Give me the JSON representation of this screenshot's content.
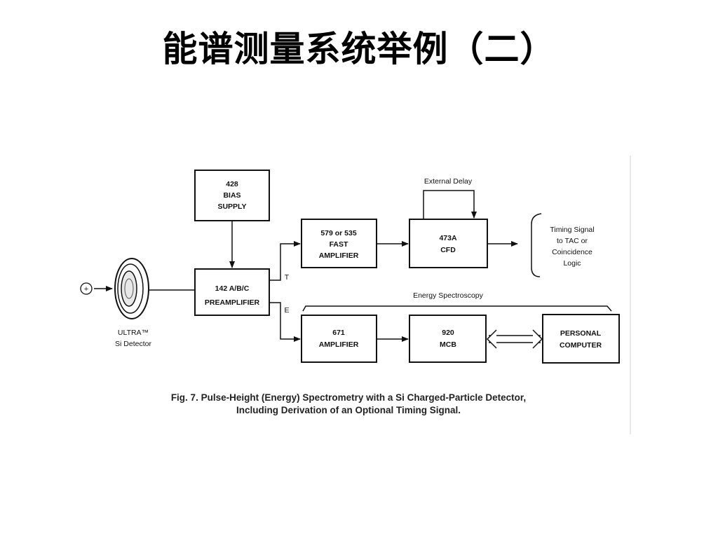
{
  "title": "能谱测量系统举例（二）",
  "diagram": {
    "detector": {
      "source_symbol": "+",
      "label_line1": "ULTRA™",
      "label_line2": "Si Detector"
    },
    "bias_supply": {
      "line1": "428",
      "line2": "BIAS",
      "line3": "SUPPLY"
    },
    "preamplifier": {
      "line1": "142 A/B/C",
      "line2": "PREAMPLIFIER"
    },
    "branch_labels": {
      "timing": "T",
      "energy": "E"
    },
    "fast_amplifier": {
      "line1": "579 or 535",
      "line2": "FAST",
      "line3": "AMPLIFIER"
    },
    "cfd": {
      "line1": "473A",
      "line2": "CFD"
    },
    "external_delay": "External Delay",
    "timing_output": {
      "line1": "Timing Signal",
      "line2": "to TAC or",
      "line3": "Coincidence",
      "line4": "Logic"
    },
    "energy_spectroscopy": "Energy  Spectroscopy",
    "amplifier": {
      "line1": "671",
      "line2": "AMPLIFIER"
    },
    "mcb": {
      "line1": "920",
      "line2": "MCB"
    },
    "computer": {
      "line1": "PERSONAL",
      "line2": "COMPUTER"
    },
    "caption": {
      "line1": "Fig. 7.  Pulse-Height (Energy) Spectrometry with a Si Charged-Particle Detector,",
      "line2": "Including Derivation of an Optional Timing Signal."
    }
  }
}
